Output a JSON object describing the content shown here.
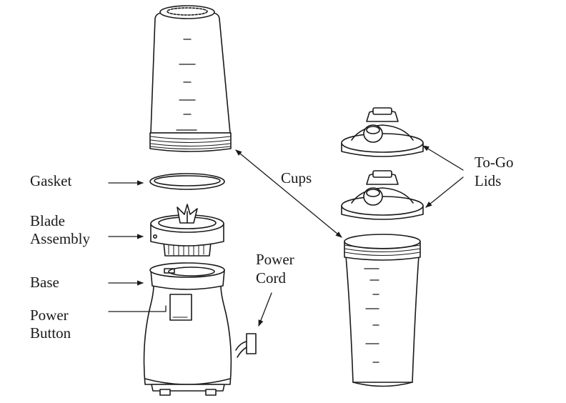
{
  "labels": {
    "gasket": "Gasket",
    "blade_line1": "Blade",
    "blade_line2": "Assembly",
    "base": "Base",
    "power_button_line1": "Power",
    "power_button_line2": "Button",
    "power_cord_line1": "Power",
    "power_cord_line2": "Cord",
    "cups": "Cups",
    "togo_line1": "To-Go",
    "togo_line2": "Lids"
  },
  "line_color": "#1a1a1a",
  "fill_color": "#ffffff"
}
